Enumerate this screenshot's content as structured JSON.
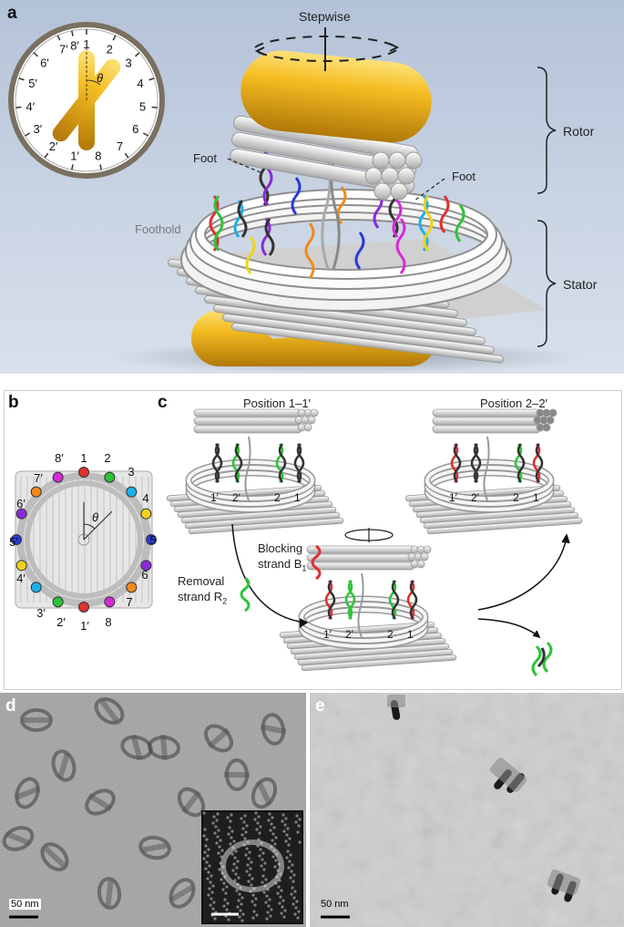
{
  "panel_a": {
    "label": "a",
    "stepwise": "Stepwise",
    "foot_left": "Foot",
    "foot_right": "Foot",
    "foothold": "Foothold",
    "rotor": "Rotor",
    "stator": "Stator",
    "clock": {
      "numbers": [
        "1",
        "2",
        "3",
        "4",
        "5",
        "6",
        "7",
        "8",
        "1′",
        "2′",
        "3′",
        "4′",
        "5′",
        "6′",
        "7′",
        "8′"
      ],
      "theta": "θ"
    }
  },
  "panel_b": {
    "label": "b",
    "top_labels": [
      "8′",
      "1",
      "2"
    ],
    "right_labels": [
      "3",
      "4",
      "5",
      "6",
      "7"
    ],
    "bottom_labels": [
      "3′",
      "2′",
      "1′",
      "8"
    ],
    "left_labels": [
      "7′",
      "6′",
      "5′",
      "4′"
    ],
    "theta": "θ"
  },
  "panel_c": {
    "label": "c",
    "position_1": "Position 1–1′",
    "position_2": "Position 2–2′",
    "blocking_line1": "Blocking",
    "blocking_line2": "strand B",
    "blocking_sub": "1",
    "removal_line1": "Removal",
    "removal_line2": "strand R",
    "removal_sub": "2",
    "strand_labels": [
      "1′",
      "2′",
      "2",
      "1"
    ]
  },
  "panel_d": {
    "label": "d",
    "scale_bar": "50 nm"
  },
  "panel_e": {
    "label": "e",
    "scale_bar": "50 nm"
  },
  "colors": {
    "gold": "#f2b81e",
    "rod": "#e8e8e8",
    "background_a": "#c2cde0",
    "strand_red": "#e03030",
    "strand_green": "#2ec43a",
    "strand_blue": "#2a3bd6",
    "strand_purple": "#8a2bd6",
    "strand_orange": "#f08a1a",
    "strand_cyan": "#1ab0e8",
    "strand_yellow": "#f0d21a",
    "strand_magenta": "#d62ad6"
  }
}
